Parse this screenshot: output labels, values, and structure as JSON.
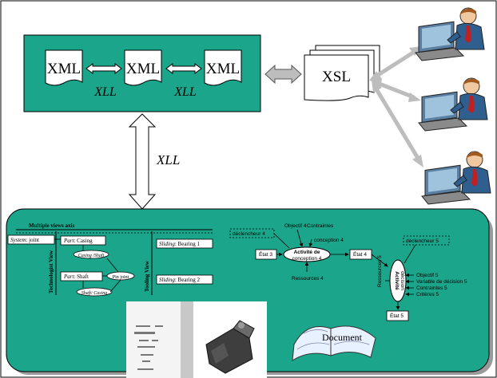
{
  "xml_panel": {
    "docs": [
      "XML",
      "XML",
      "XML"
    ],
    "links": [
      "XLL",
      "XLL"
    ]
  },
  "xsl_stack": {
    "label": "XSL"
  },
  "vertical_link": {
    "label": "XLL"
  },
  "bottom_panel": {
    "views_title": "Multiple views axis",
    "technological_view_label": "Technologist View",
    "tooling_view_label": "Tooling View",
    "tech_boxes": {
      "system_italic": "System",
      "system_rest": ": joint",
      "part1_italic": "Part",
      "part1_rest": ": Casing",
      "part2_italic": "Part",
      "part2_rest": ": Shaft",
      "casing_shaft": "Casing /Shaft",
      "pin_joint": "Pin joint",
      "shaft_casing": "Shaft/ Casing"
    },
    "tool_boxes": {
      "sliding1_italic": "Sliding",
      "sliding1_rest": ": Bearing 1",
      "sliding2_italic": "Sliding",
      "sliding2_rest": ": Bearing 2"
    },
    "activity_model": {
      "declencheur_4": "déclencheur 4",
      "objectif_4": "Objectif 4",
      "contraintes_4_line1": "Contraintes",
      "contraintes_4_line2": "conception 4",
      "etat_3": "État 3",
      "activite_line1": "Activité de",
      "activite_line2": "conception 4",
      "etat_4": "État 4",
      "ressources_4": "Ressources 4",
      "declencheur_5": "déclencheur 5",
      "ressources_5": "Ressources 5",
      "activite_dec_line1": "Activité",
      "activite_dec_line2": "décision",
      "objectif_5": "Objectif 5",
      "variable_5": "Variable de décision 5",
      "contraintes_5": "Contraintes 5",
      "criteres_5": "Critères 5",
      "etat_5": "État 5"
    },
    "document_label": "Document"
  },
  "colors": {
    "teal_panel": "#1ba58a",
    "arrow_grey": "#bdbdbd",
    "diagram_line": "#000000"
  }
}
